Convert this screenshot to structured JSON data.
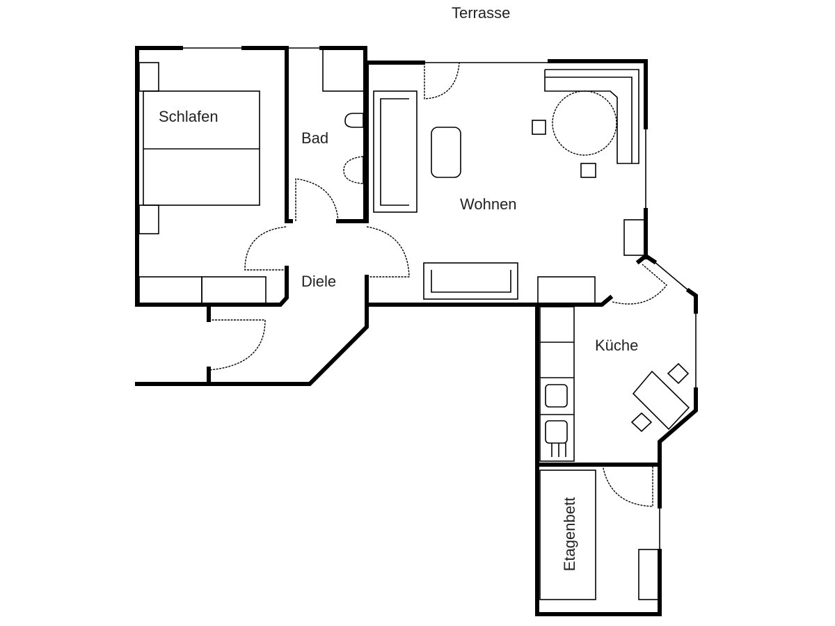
{
  "floorplan": {
    "outside_label": "Terrasse",
    "rooms": [
      {
        "id": "schlafen",
        "label": "Schlafen"
      },
      {
        "id": "bad",
        "label": "Bad"
      },
      {
        "id": "wohnen",
        "label": "Wohnen"
      },
      {
        "id": "diele",
        "label": "Diele"
      },
      {
        "id": "kueche",
        "label": "Küche"
      }
    ],
    "furniture_labels": {
      "bunk_bed": "Etagenbett"
    },
    "colors": {
      "background": "#ffffff",
      "lines": "#000000",
      "text": "#222222"
    }
  }
}
